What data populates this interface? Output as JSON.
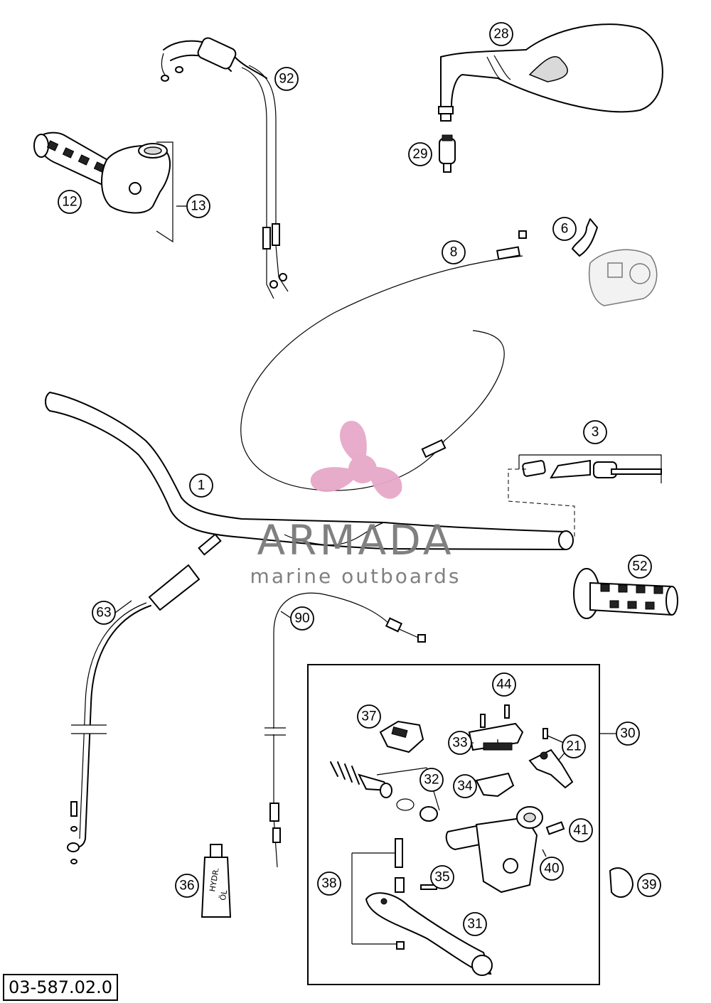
{
  "diagram_code": "03-587.02.0",
  "watermark": {
    "brand": "ARMADA",
    "tagline": "marine outboards",
    "logo_color": "#e7a8c9"
  },
  "callouts": [
    "1",
    "3",
    "6",
    "8",
    "12",
    "13",
    "21",
    "28",
    "29",
    "30",
    "31",
    "32",
    "33",
    "34",
    "35",
    "36",
    "37",
    "38",
    "39",
    "40",
    "41",
    "44",
    "52",
    "63",
    "90",
    "92"
  ],
  "oil_bottle_label": [
    "HYDR.",
    "ÖL"
  ]
}
